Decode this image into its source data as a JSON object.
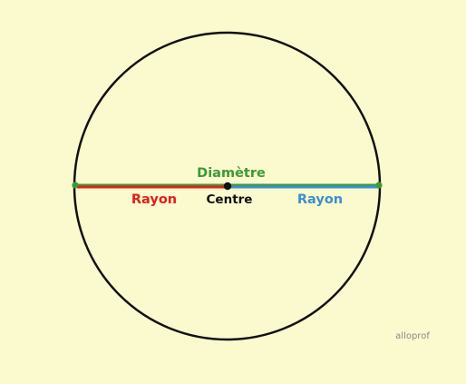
{
  "labels": {
    "diameter": "Diamètre",
    "radius_left": "Rayon",
    "center": "Centre",
    "radius_right": "Rayon"
  },
  "watermark": "alloprof",
  "colors": {
    "background": "#fbf9ce",
    "circle": "#111111",
    "diameter": "#3c9a35",
    "radius_left": "#e0201b",
    "radius_right": "#3d8fcf",
    "center": "#111111",
    "watermark": "#8a8a8a"
  }
}
